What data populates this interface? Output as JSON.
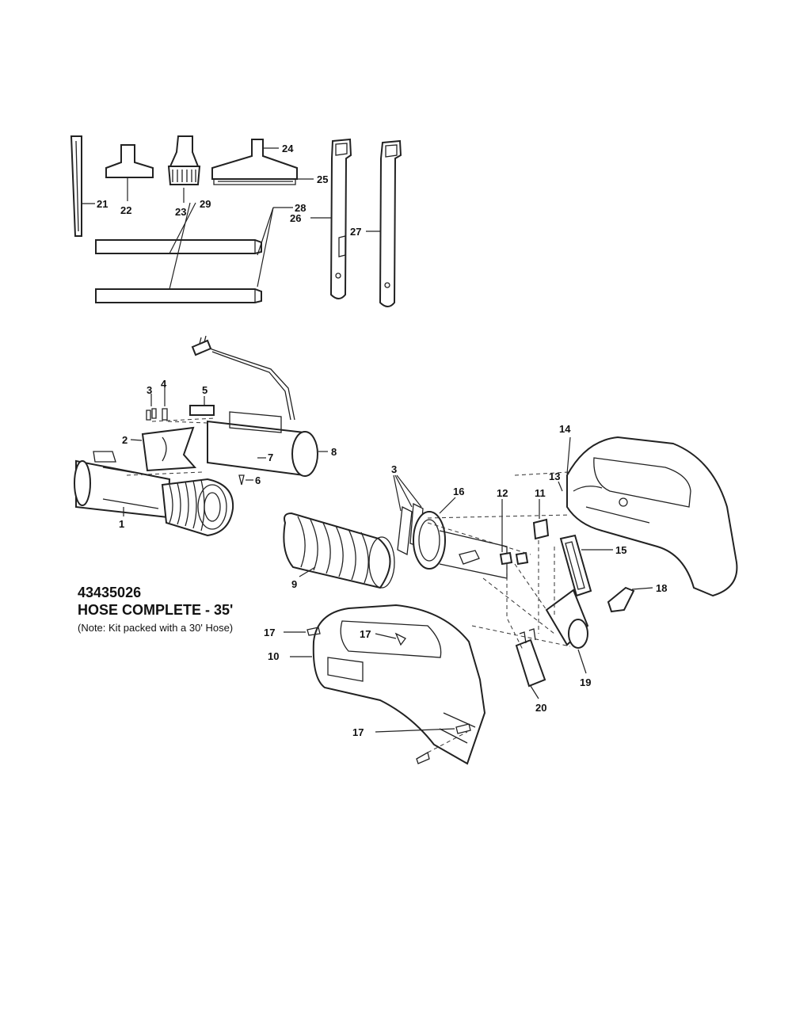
{
  "kit": {
    "number": "43435026",
    "title": "HOSE COMPLETE - 35'",
    "note": "(Note: Kit packed with a 30' Hose)"
  },
  "labels": {
    "p1": "1",
    "p2": "2",
    "p3a": "3",
    "p3b": "3",
    "p4": "4",
    "p5": "5",
    "p6": "6",
    "p7": "7",
    "p8": "8",
    "p9": "9",
    "p10": "10",
    "p11": "11",
    "p12": "12",
    "p13": "13",
    "p14": "14",
    "p15": "15",
    "p16": "16",
    "p17a": "17",
    "p17b": "17",
    "p17c": "17",
    "p18": "18",
    "p19": "19",
    "p20": "20",
    "p21": "21",
    "p22": "22",
    "p23": "23",
    "p24": "24",
    "p25": "25",
    "p26": "26",
    "p27": "27",
    "p28": "28",
    "p29": "29"
  }
}
